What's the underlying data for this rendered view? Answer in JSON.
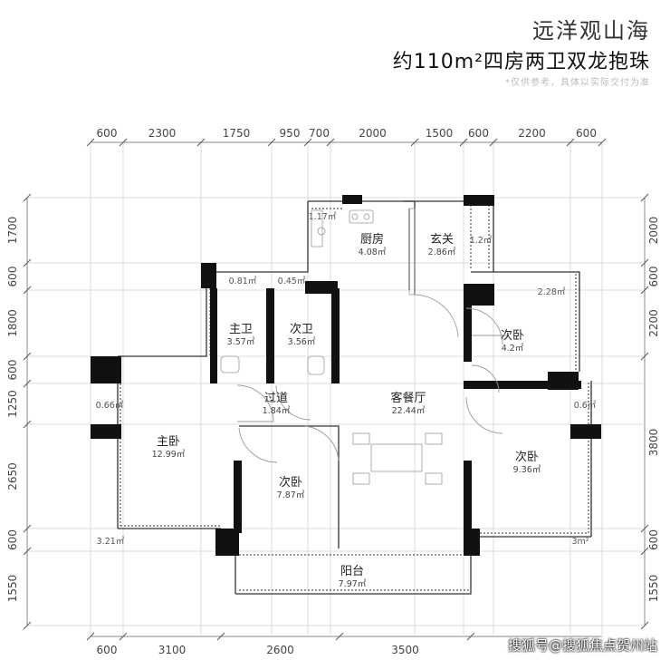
{
  "header": {
    "project_name": "远洋观山海",
    "subtitle": "约110m²四房两卫双龙抱珠",
    "disclaimer": "*仅供参考，具体以实际交付为准"
  },
  "dimensions": {
    "top": [
      "600",
      "2300",
      "1750",
      "950",
      "700",
      "2000",
      "1500",
      "600",
      "2200",
      "600"
    ],
    "bottom": [
      "600",
      "3100",
      "2600",
      "3500"
    ],
    "left": [
      "1700",
      "600",
      "1800",
      "600",
      "1250",
      "2650",
      "600",
      "1550"
    ],
    "right": [
      "2000",
      "600",
      "2200",
      "3800",
      "600",
      "1550"
    ]
  },
  "rooms": [
    {
      "id": "kitchen",
      "name": "厨房",
      "area": "4.08㎡"
    },
    {
      "id": "foyer",
      "name": "玄关",
      "area": "2.86㎡"
    },
    {
      "id": "master-bath",
      "name": "主卫",
      "area": "3.57㎡"
    },
    {
      "id": "second-bath",
      "name": "次卫",
      "area": "3.56㎡"
    },
    {
      "id": "bedroom-ne",
      "name": "次卧",
      "area": "4.2㎡"
    },
    {
      "id": "corridor",
      "name": "过道",
      "area": "1.84㎡"
    },
    {
      "id": "living-dining",
      "name": "客餐厅",
      "area": "22.44㎡"
    },
    {
      "id": "master-bedroom",
      "name": "主卧",
      "area": "12.99㎡"
    },
    {
      "id": "bedroom-center",
      "name": "次卧",
      "area": "7.87㎡"
    },
    {
      "id": "bedroom-se",
      "name": "次卧",
      "area": "9.36㎡"
    },
    {
      "id": "balcony",
      "name": "阳台",
      "area": "7.97㎡"
    }
  ],
  "small_areas": [
    "1.17㎡",
    "1.2㎡",
    "0.81㎡",
    "0.45㎡",
    "2.28㎡",
    "0.66㎡",
    "0.6㎡",
    "3.21㎡",
    "3m²"
  ],
  "watermark": "搜狐号@搜狐焦点贺州站"
}
